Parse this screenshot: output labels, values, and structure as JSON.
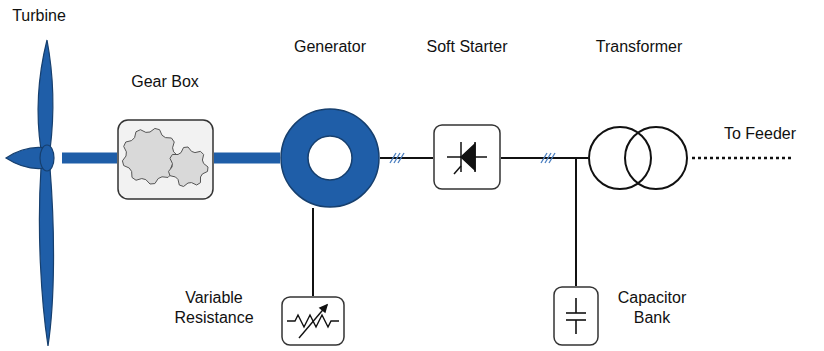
{
  "diagram": {
    "nodes": [
      {
        "text": [
          "Turbine"
        ]
      },
      {
        "text": [
          "Gear Box"
        ]
      },
      {
        "text": [
          "Generator"
        ]
      },
      {
        "text": [
          "Soft Starter"
        ]
      },
      {
        "text": [
          "Transformer"
        ]
      },
      {
        "text": [
          "Variable Resistance"
        ]
      },
      {
        "text": [
          "Capacitor Bank"
        ]
      }
    ],
    "edges": [
      {
        "from": 0,
        "to": 1,
        "arrow": "none"
      },
      {
        "from": 1,
        "to": 2,
        "arrow": "none"
      },
      {
        "from": 2,
        "to": 3,
        "arrow": "none"
      },
      {
        "from": 3,
        "to": 4,
        "arrow": "none"
      },
      {
        "from": 2,
        "to": 5,
        "arrow": "none"
      },
      {
        "from": 3,
        "to": 6,
        "arrow": "none"
      }
    ],
    "labels": [
      "To Feeder"
    ]
  }
}
